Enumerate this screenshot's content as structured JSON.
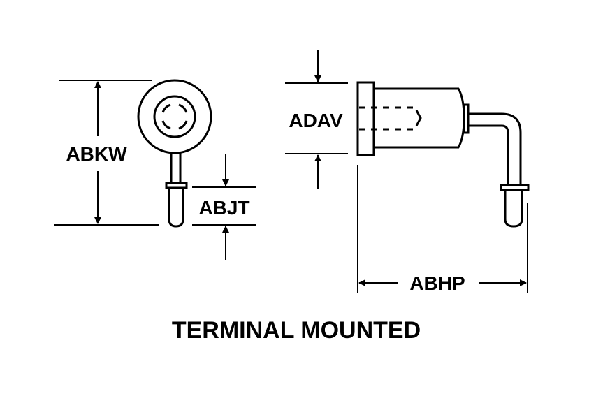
{
  "title": "TERMINAL MOUNTED",
  "dimensions": {
    "overall_diameter": "ABKW",
    "terminal_length": "ABJT",
    "body_diameter": "ADAV",
    "overall_length": "ABHP"
  },
  "colors": {
    "line": "#000000",
    "background": "#ffffff"
  }
}
